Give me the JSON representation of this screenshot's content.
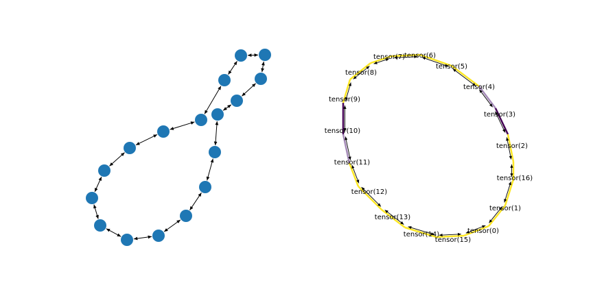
{
  "colors": {
    "background": "#ffffff",
    "node_fill": "#1f77b4",
    "arrow": "#000000",
    "edge_yellow": "#fde725",
    "edge_purple": "#440154",
    "edge_lilac": "#a58bb8"
  },
  "left_graph": {
    "node_count": 17,
    "edges": "bidirectional cycle"
  },
  "right_graph": {
    "labels": [
      "tensor(6)",
      "tensor(7)",
      "tensor(5)",
      "tensor(8)",
      "tensor(4)",
      "tensor(3)",
      "tensor(9)",
      "tensor(10)",
      "tensor(2)",
      "tensor(11)",
      "tensor(16)",
      "tensor(12)",
      "tensor(1)",
      "tensor(13)",
      "tensor(0)",
      "tensor(14)",
      "tensor(15)"
    ]
  }
}
